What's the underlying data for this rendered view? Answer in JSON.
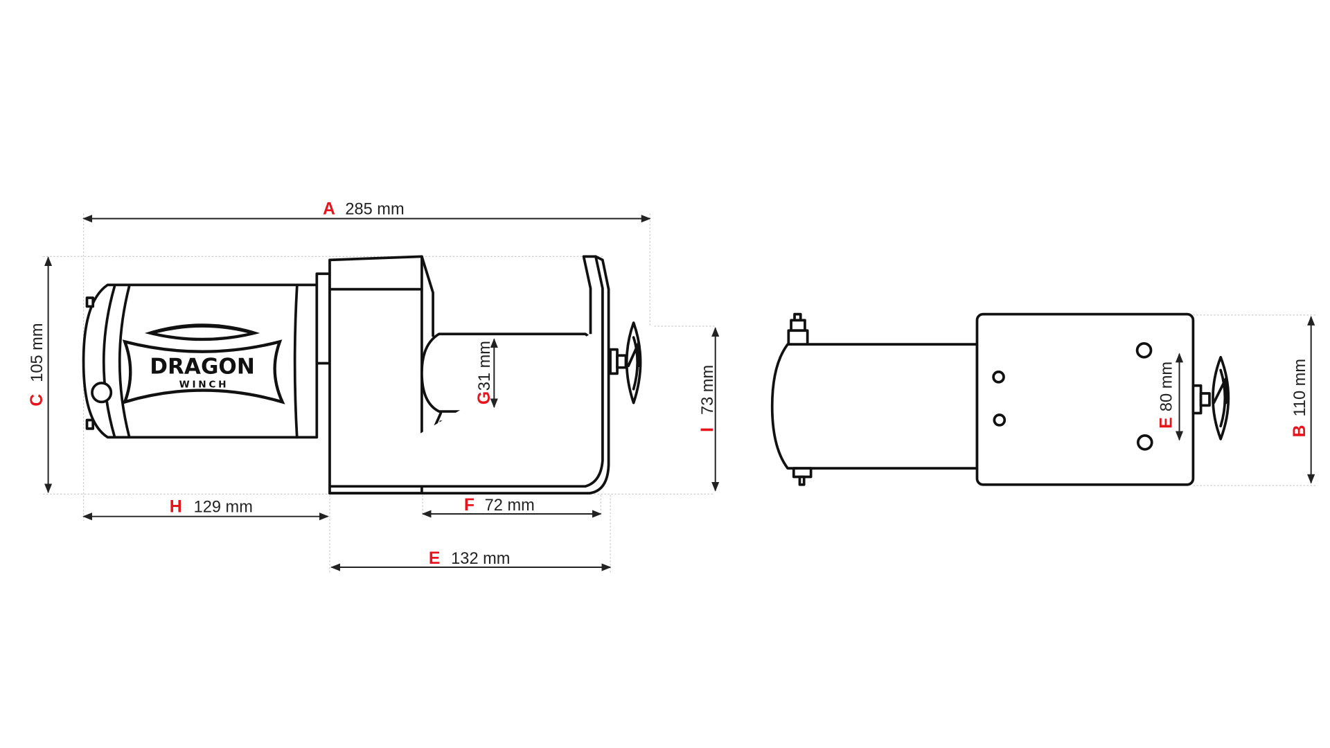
{
  "colors": {
    "letter": "#e8141c",
    "line": "#111111"
  },
  "logo": {
    "name": "DRAGON",
    "sub": "WINCH"
  },
  "side_view": {
    "A": {
      "letter": "A",
      "value": "285 mm"
    },
    "C": {
      "letter": "C",
      "value": "105 mm"
    },
    "H": {
      "letter": "H",
      "value": "129 mm"
    },
    "F": {
      "letter": "F",
      "value": "72 mm"
    },
    "E": {
      "letter": "E",
      "value": "132 mm"
    },
    "G": {
      "letter": "G",
      "value": "31 mm"
    },
    "I": {
      "letter": "I",
      "value": "73 mm"
    }
  },
  "top_view": {
    "E": {
      "letter": "E",
      "value": "80 mm"
    },
    "B": {
      "letter": "B",
      "value": "110 mm"
    }
  }
}
